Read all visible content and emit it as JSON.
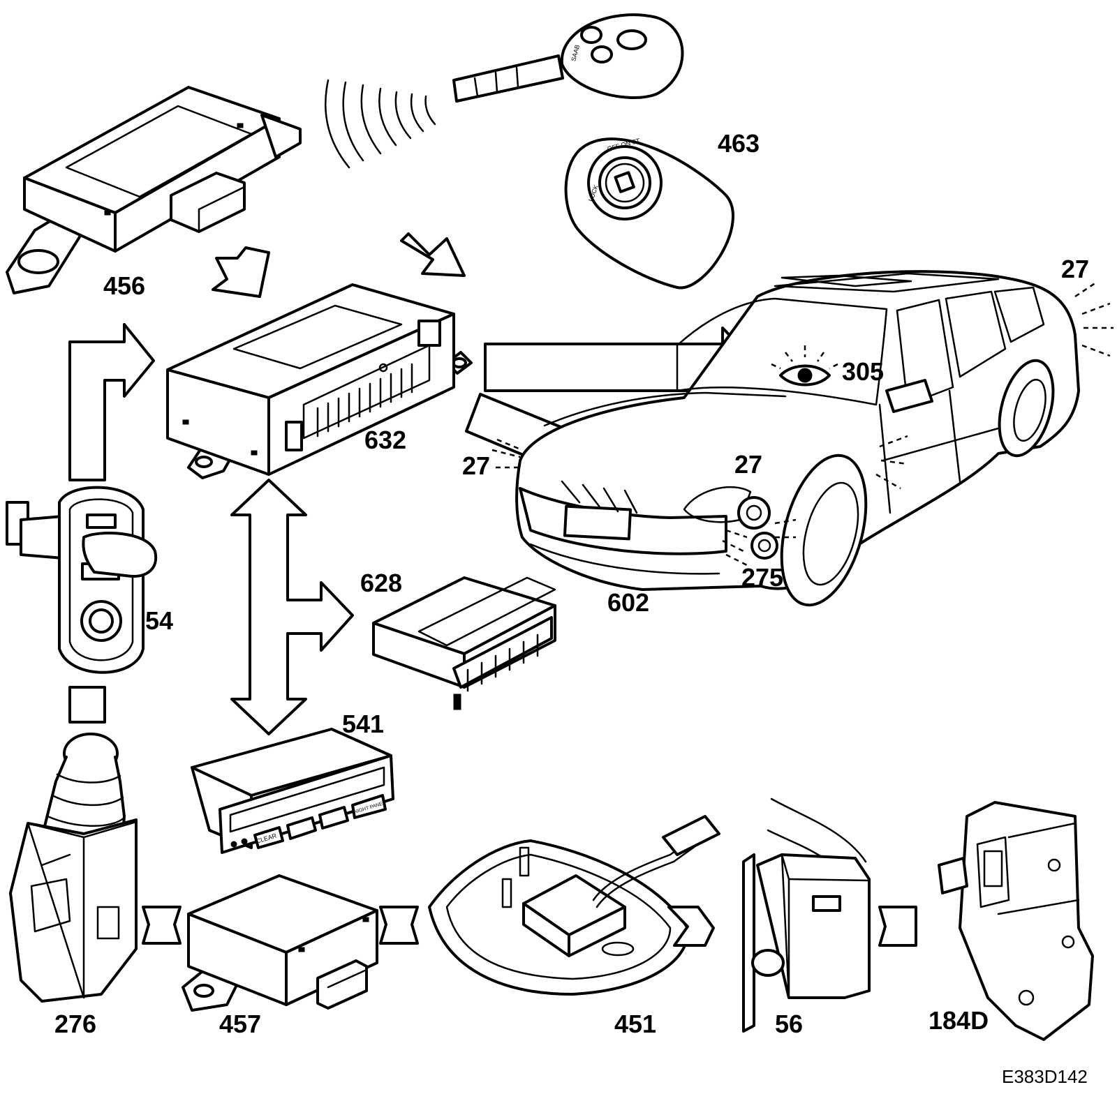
{
  "labels": {
    "p456": "456",
    "p463": "463",
    "p632": "632",
    "p305": "305",
    "p27_rear": "27",
    "p27_left": "27",
    "p27_front": "27",
    "p275": "275",
    "p602": "602",
    "p54": "54",
    "p628": "628",
    "p541": "541",
    "p276": "276",
    "p457": "457",
    "p451": "451",
    "p56": "56",
    "p184d": "184D"
  },
  "key_fob": {
    "brand_text": "SAAB"
  },
  "ignition_switch": {
    "positions": "OFF ON ST",
    "lock_text": "LOCK"
  },
  "info_display": {
    "buttons": [
      "CLEAR",
      "",
      "",
      "NIGHT PANEL"
    ]
  },
  "reference": "E383D142"
}
